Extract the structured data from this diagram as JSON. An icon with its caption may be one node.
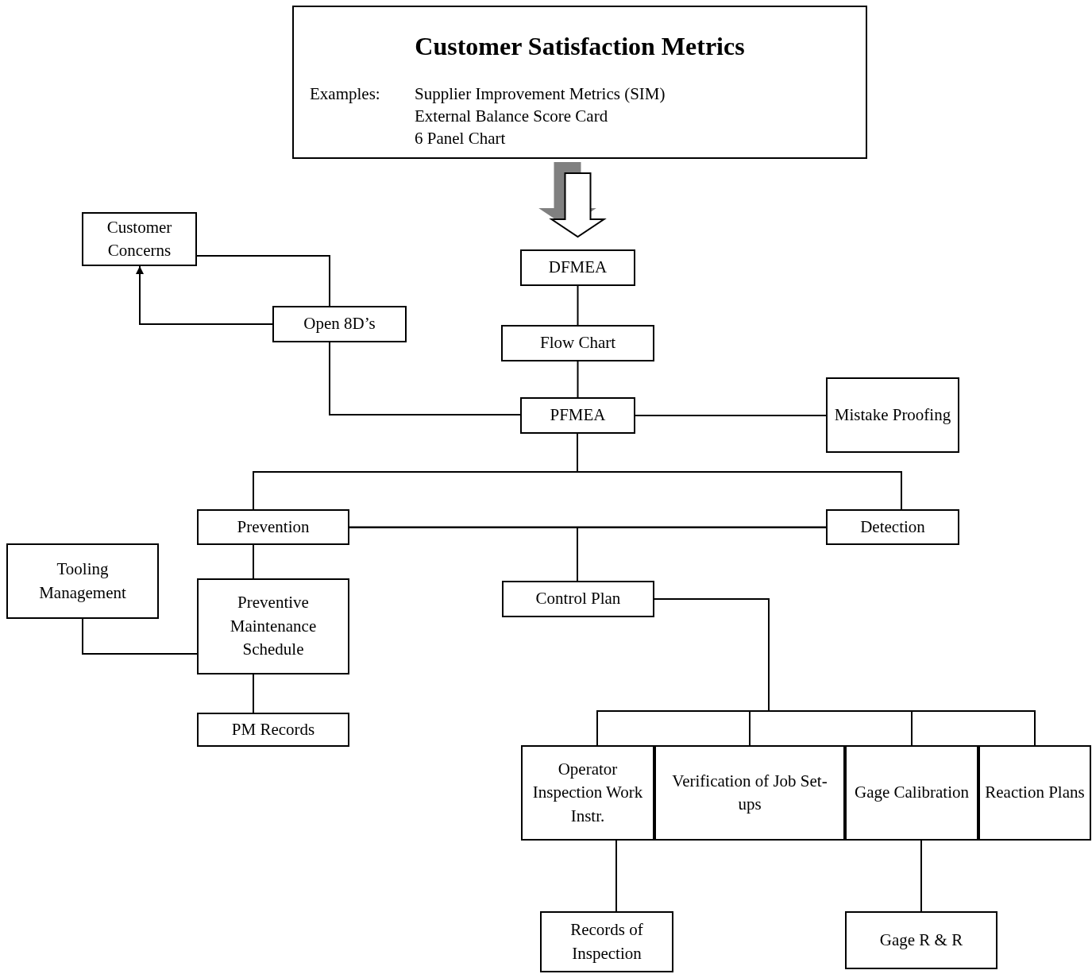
{
  "diagram": {
    "nodes": [
      {
        "text": [
          "Customer Satisfaction Metrics",
          "Examples:",
          "Supplier Improvement Metrics (SIM)",
          "External Balance Score Card",
          "6 Panel Chart"
        ]
      },
      {
        "text": [
          "Customer Concerns"
        ]
      },
      {
        "text": [
          "Open 8D’s"
        ]
      },
      {
        "text": [
          "DFMEA"
        ]
      },
      {
        "text": [
          "Flow Chart"
        ]
      },
      {
        "text": [
          "PFMEA"
        ]
      },
      {
        "text": [
          "Mistake Proofing"
        ]
      },
      {
        "text": [
          "Prevention"
        ]
      },
      {
        "text": [
          "Detection"
        ]
      },
      {
        "text": [
          "Tooling Management"
        ]
      },
      {
        "text": [
          "Preventive Maintenance Schedule"
        ]
      },
      {
        "text": [
          "Control Plan"
        ]
      },
      {
        "text": [
          "PM Records"
        ]
      },
      {
        "text": [
          "Operator Inspection Work Instr."
        ]
      },
      {
        "text": [
          "Verification of Job Set-ups"
        ]
      },
      {
        "text": [
          "Gage Calibration"
        ]
      },
      {
        "text": [
          "Reaction Plans"
        ]
      },
      {
        "text": [
          "Records of Inspection"
        ]
      },
      {
        "text": [
          "Gage R & R"
        ]
      }
    ],
    "edges": [
      {
        "from": 0,
        "to": 3,
        "arrow": "to",
        "style": "thick"
      },
      {
        "from": 2,
        "to": 1,
        "arrow": "to"
      },
      {
        "from": 1,
        "to": 2,
        "arrow": "none"
      },
      {
        "from": 2,
        "to": 5,
        "arrow": "none"
      },
      {
        "from": 3,
        "to": 4,
        "arrow": "none"
      },
      {
        "from": 4,
        "to": 5,
        "arrow": "none"
      },
      {
        "from": 5,
        "to": 6,
        "arrow": "none"
      },
      {
        "from": 5,
        "to": 7,
        "arrow": "none"
      },
      {
        "from": 5,
        "to": 8,
        "arrow": "none"
      },
      {
        "from": 7,
        "to": 8,
        "arrow": "none"
      },
      {
        "from": 7,
        "to": 11,
        "arrow": "none"
      },
      {
        "from": 8,
        "to": 11,
        "arrow": "none"
      },
      {
        "from": 7,
        "to": 10,
        "arrow": "none"
      },
      {
        "from": 9,
        "to": 10,
        "arrow": "none"
      },
      {
        "from": 10,
        "to": 12,
        "arrow": "none"
      },
      {
        "from": 11,
        "to": 13,
        "arrow": "none"
      },
      {
        "from": 11,
        "to": 14,
        "arrow": "none"
      },
      {
        "from": 11,
        "to": 15,
        "arrow": "none"
      },
      {
        "from": 11,
        "to": 16,
        "arrow": "none"
      },
      {
        "from": 13,
        "to": 17,
        "arrow": "none"
      },
      {
        "from": 15,
        "to": 18,
        "arrow": "none"
      }
    ]
  }
}
